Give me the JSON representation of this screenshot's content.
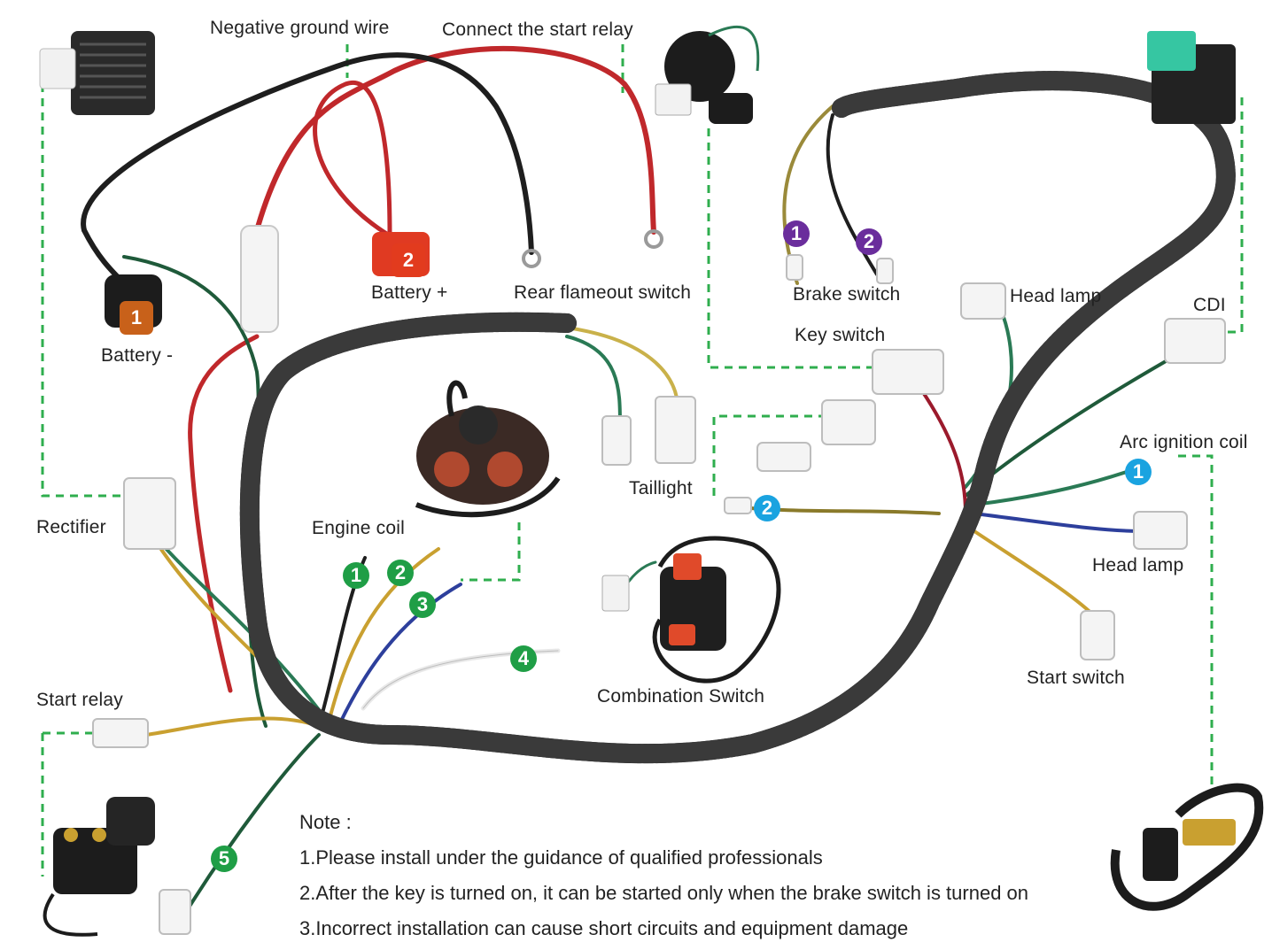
{
  "labels": {
    "negative_ground_wire": "Negative ground wire",
    "connect_start_relay": "Connect the start relay",
    "battery_plus": "Battery +",
    "rear_flameout_switch": "Rear flameout switch",
    "battery_minus": "Battery -",
    "brake_switch": "Brake switch",
    "head_lamp_top": "Head lamp",
    "cdi": "CDI",
    "key_switch": "Key switch",
    "arc_ignition_coil": "Arc ignition coil",
    "taillight": "Taillight",
    "rectifier": "Rectifier",
    "engine_coil": "Engine coil",
    "head_lamp_right": "Head lamp",
    "start_switch": "Start switch",
    "combination_switch": "Combination Switch",
    "start_relay": "Start relay"
  },
  "badges": {
    "battery_minus": "1",
    "battery_plus": "2",
    "brake_1": "1",
    "brake_2": "2",
    "arc_1": "1",
    "combo_2": "2",
    "green_1": "1",
    "green_2": "2",
    "green_3": "3",
    "green_4": "4",
    "green_5": "5"
  },
  "notes": {
    "heading": "Note :",
    "line1": "1.Please install under the guidance of qualified professionals",
    "line2": "2.After the key is turned on, it can be started only when the brake switch is turned on",
    "line3": "3.Incorrect installation can cause short circuits and equipment damage"
  },
  "colors": {
    "guide_line": "#2fae4e",
    "badge_orange": "#c8611a",
    "badge_red": "#e23b1e",
    "badge_purple": "#6a2d9c",
    "badge_blue": "#1aa3e0",
    "badge_green": "#1f9e46"
  }
}
